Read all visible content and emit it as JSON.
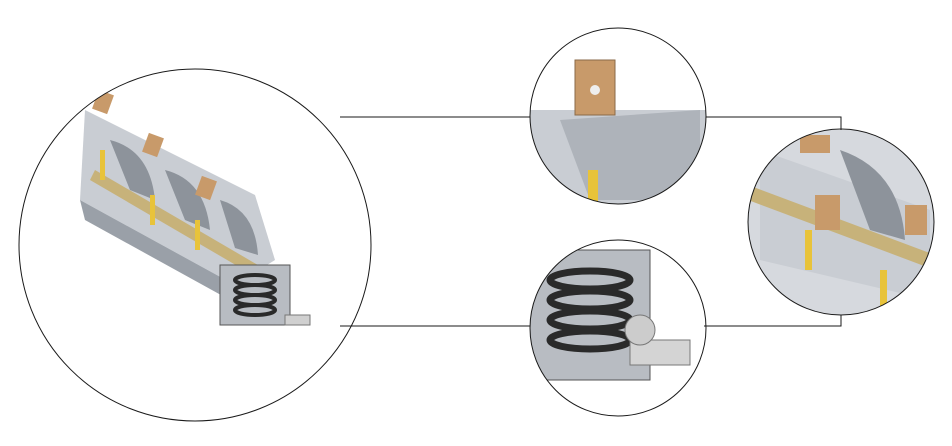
{
  "colors": {
    "background": "#ffffff",
    "outline": "#1a1a1a",
    "housing": "#c9cdd3",
    "housing_shadow": "#9aa0a8",
    "copper": "#c89a6a",
    "shaft": "#c7b27a",
    "yellow": "#e8c33a",
    "spring": "#2a2a2a"
  },
  "callouts": [
    {
      "name": "terminal-detail"
    },
    {
      "name": "shaft-detail"
    },
    {
      "name": "spring-mechanism-detail"
    }
  ]
}
